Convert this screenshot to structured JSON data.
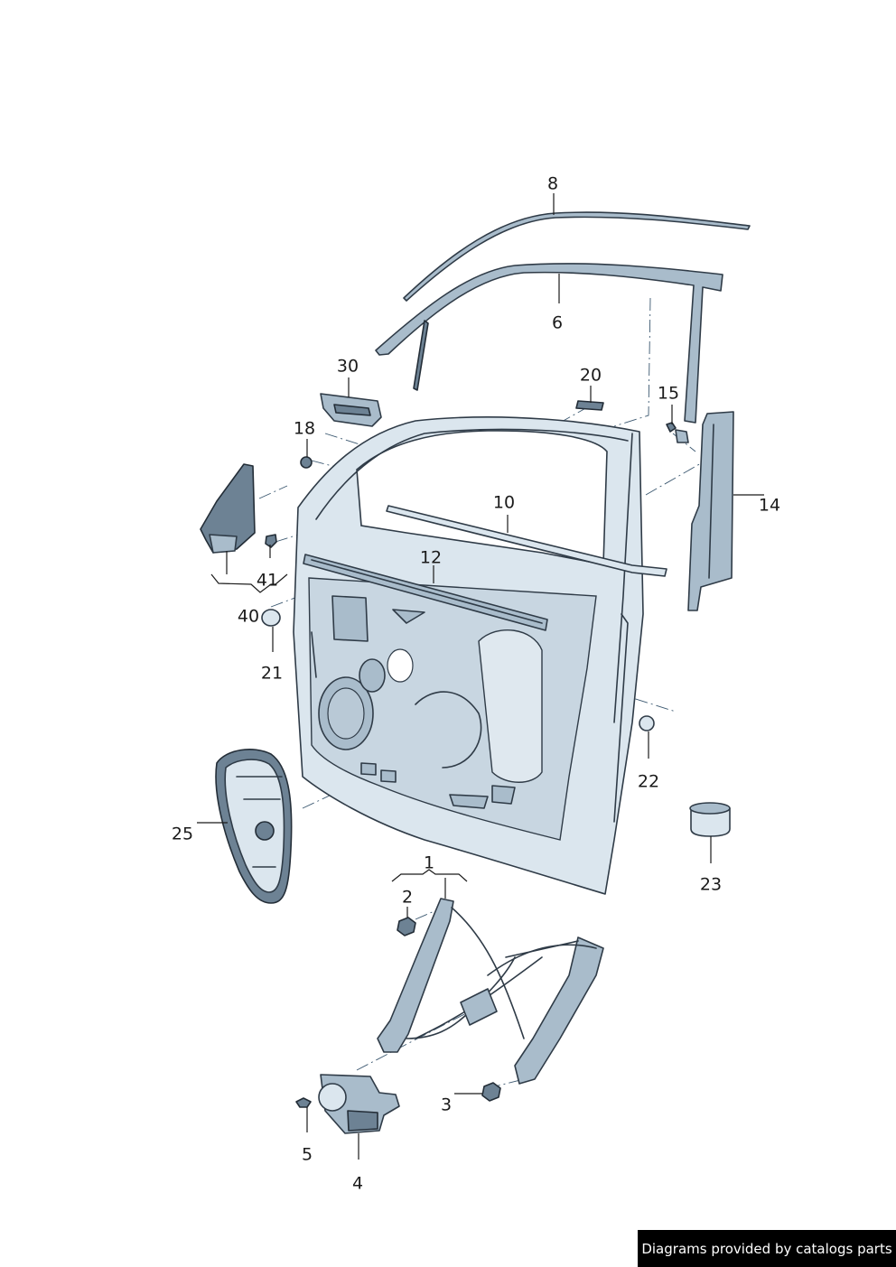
{
  "diagram": {
    "callouts": [
      {
        "id": "c8",
        "label": "8"
      },
      {
        "id": "c6",
        "label": "6"
      },
      {
        "id": "c30",
        "label": "30"
      },
      {
        "id": "c20",
        "label": "20"
      },
      {
        "id": "c15",
        "label": "15"
      },
      {
        "id": "c18",
        "label": "18"
      },
      {
        "id": "c10",
        "label": "10"
      },
      {
        "id": "c14",
        "label": "14"
      },
      {
        "id": "c12",
        "label": "12"
      },
      {
        "id": "c41",
        "label": "41"
      },
      {
        "id": "c40",
        "label": "40"
      },
      {
        "id": "c21",
        "label": "21"
      },
      {
        "id": "c22",
        "label": "22"
      },
      {
        "id": "c25",
        "label": "25"
      },
      {
        "id": "c23",
        "label": "23"
      },
      {
        "id": "c1",
        "label": "1"
      },
      {
        "id": "c2",
        "label": "2"
      },
      {
        "id": "c3",
        "label": "3"
      },
      {
        "id": "c5",
        "label": "5"
      },
      {
        "id": "c4",
        "label": "4"
      }
    ]
  },
  "footer": {
    "credit": "Diagrams provided by catalogs parts"
  },
  "colors": {
    "part_light": "#dbe6ee",
    "part_mid": "#a9bccb",
    "part_dark": "#6d8294",
    "outline": "#2f3b47",
    "footer_bg": "#000000"
  }
}
